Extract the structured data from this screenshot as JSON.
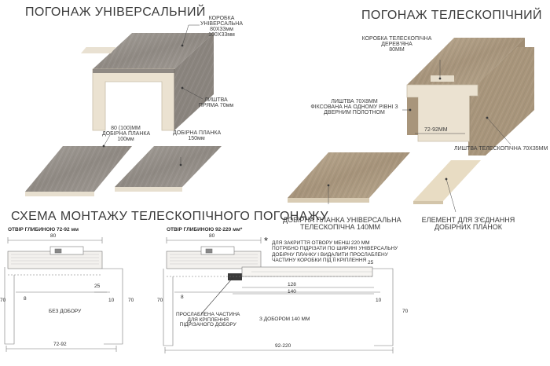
{
  "universal": {
    "title": "ПОГОНАЖ УНІВЕРСАЛЬНИЙ",
    "frame_label": [
      "КОРОБКА",
      "УНІВЕРСАЛЬНА",
      "80Х33мм",
      "100Х33мм"
    ],
    "casing_label": [
      "ЛИШТВА",
      "ПРЯМА 70мм"
    ],
    "plank1_label": [
      "80 (100)ММ",
      "ДОБІРНА ПЛАНКА",
      "100мм"
    ],
    "plank2_label": [
      "ДОБІРНА ПЛАНКА",
      "150мм"
    ]
  },
  "telescopic": {
    "title": "ПОГОНАЖ ТЕЛЕСКОПІЧНИЙ",
    "frame_label": [
      "КОРОБКА ТЕЛЕСКОПІЧНА",
      "ДЕРЕВ'ЯНА",
      "80ММ"
    ],
    "casing_flat_label": [
      "ЛИШТВА 70Х8ММ",
      "ФІКСОВАНА НА ОДНОМУ РІВНІ З",
      "ДВЕРНИМ ПОЛОТНОМ"
    ],
    "width_label": "72-92ММ",
    "casing_tele_label": "ЛИШТВА ТЕЛЕСКОПІЧНА 70Х35ММ",
    "plank_label": [
      "ДОБІРНА ПЛАНКА УНІВЕРСАЛЬНА",
      "ТЕЛЕСКОПІЧНА 140ММ"
    ],
    "connector_label": [
      "ЕЛЕМЕНТ ДЛЯ З'ЄДНАННЯ",
      "ДОБІРНИХ ПЛАНОК"
    ]
  },
  "scheme": {
    "title": "СХЕМА МОНТАЖУ ТЕЛЕСКОПІЧНОГО ПОГОНАЖУ",
    "left": {
      "heading": "ОТВІР ГЛИБИНОЮ 72-92 мм",
      "dim_top": "80",
      "dim_25": "25",
      "dim_8": "8",
      "dim_70_left": "70",
      "dim_70_right": "70",
      "dim_10": "10",
      "no_extension": "БЕЗ ДОБОРУ",
      "dim_bottom": "72-92"
    },
    "right": {
      "heading": "ОТВІР ГЛИБИНОЮ 92-220 мм*",
      "dim_top": "80",
      "dim_25": "25",
      "dim_128": "128",
      "dim_140": "140",
      "dim_8": "8",
      "dim_70_left": "70",
      "dim_10": "10",
      "dim_70_right": "70",
      "slot_label": [
        "ПРОСЛАБЛЕНА ЧАСТИНА",
        "ДЛЯ КРІПЛЕННЯ",
        "ПІДРІЗАНОГО ДОБОРУ"
      ],
      "with_extension": "З ДОБОРОМ 140 ММ",
      "dim_bottom": "92-220"
    },
    "note_star": "*",
    "note": [
      "ДЛЯ ЗАКРИТТЯ ОТВОРУ МЕНШ 220 ММ",
      "ПОТРІБНО ПІДРІЗАТИ ПО ШИРИНІ УНІВЕРСАЛЬНУ",
      "ДОБІРНУ ПЛАНКУ І ВИДАЛИТИ ПРОСЛАБЛЕНУ",
      "ЧАСТИНУ КОРОБКИ ПІД ЇЇ КРІПЛЕННЯ"
    ]
  },
  "colors": {
    "wood_grey": "#9a948e",
    "wood_grey_dark": "#7c7671",
    "wood_tan": "#b5a38a",
    "wood_tan_dark": "#8f7e66",
    "core": "#ece3d2",
    "line": "#555555"
  }
}
